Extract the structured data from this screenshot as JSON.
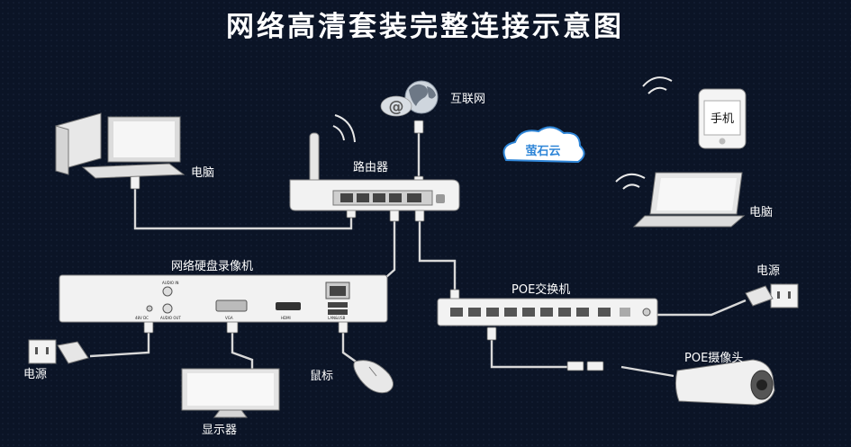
{
  "title": "网络高清套装完整连接示意图",
  "labels": {
    "internet": "互联网",
    "router": "路由器",
    "pc_left": "电脑",
    "cloud": "萤石云",
    "phone": "手机",
    "laptop": "电脑",
    "nvr": "网络硬盘录像机",
    "poe_switch": "POE交换机",
    "power_right": "电源",
    "power_left": "电源",
    "mouse": "鼠标",
    "monitor": "显示器",
    "poe_camera": "POE摄像头"
  },
  "nvr_ports": {
    "audio_in": "AUDIO IN",
    "audio_out": "AUDIO OUT",
    "dc": "48V DC",
    "vga": "VGA",
    "hdmi": "HDMI",
    "lan_usb": "LAN&USB"
  },
  "colors": {
    "background": "#0b1426",
    "device": "#f2f2f2",
    "cable": "#d8d8d8",
    "cloud": "#2f86d8"
  },
  "icons": {
    "internet": "globe-icon",
    "wifi": "wifi-signal-icon",
    "cloud": "cloud-icon"
  }
}
